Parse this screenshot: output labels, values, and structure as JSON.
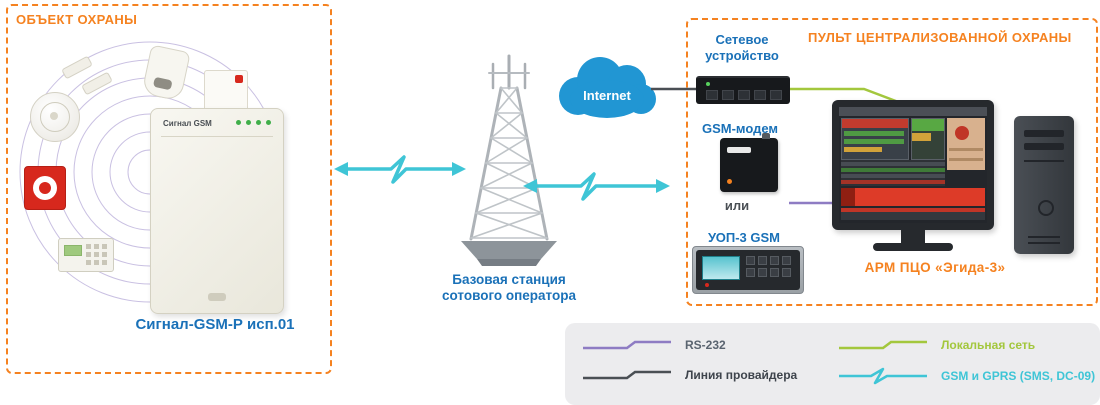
{
  "object_area": {
    "title": "ОБЪЕКТ ОХРАНЫ",
    "panel_brand": "Сигнал GSM",
    "panel_label": "Сигнал-GSM-Р исп.01"
  },
  "backbone": {
    "internet_label": "Internet",
    "tower_label_line1": "Базовая станция",
    "tower_label_line2": "сотового оператора"
  },
  "pco_area": {
    "title": "ПУЛЬТ ЦЕНТРАЛИЗОВАННОЙ ОХРАНЫ",
    "network_device_line1": "Сетевое",
    "network_device_line2": "устройство",
    "gsm_modem_label": "GSM-модем",
    "or_label": "или",
    "uop_label": "УОП-3 GSM",
    "workstation_label": "АРМ ПЦО «Эгида-3»"
  },
  "legend": {
    "rs232": {
      "label": "RS-232",
      "color": "#8e7cc3"
    },
    "provider": {
      "label": "Линия провайдера",
      "color": "#4a4f54"
    },
    "lan": {
      "label": "Локальная сеть",
      "color": "#a3c73d"
    },
    "gsm": {
      "label": "GSM и GPRS (SMS, DC-09)",
      "color": "#3fc5d6"
    }
  },
  "colors": {
    "accent_orange": "#f58220",
    "label_blue": "#1a71b8",
    "gsm_cyan": "#3fc5d6",
    "lan_green": "#a3c73d",
    "rs232_purple": "#8e7cc3",
    "provider_dark": "#4a4f54",
    "cloud_blue": "#2196d3"
  }
}
